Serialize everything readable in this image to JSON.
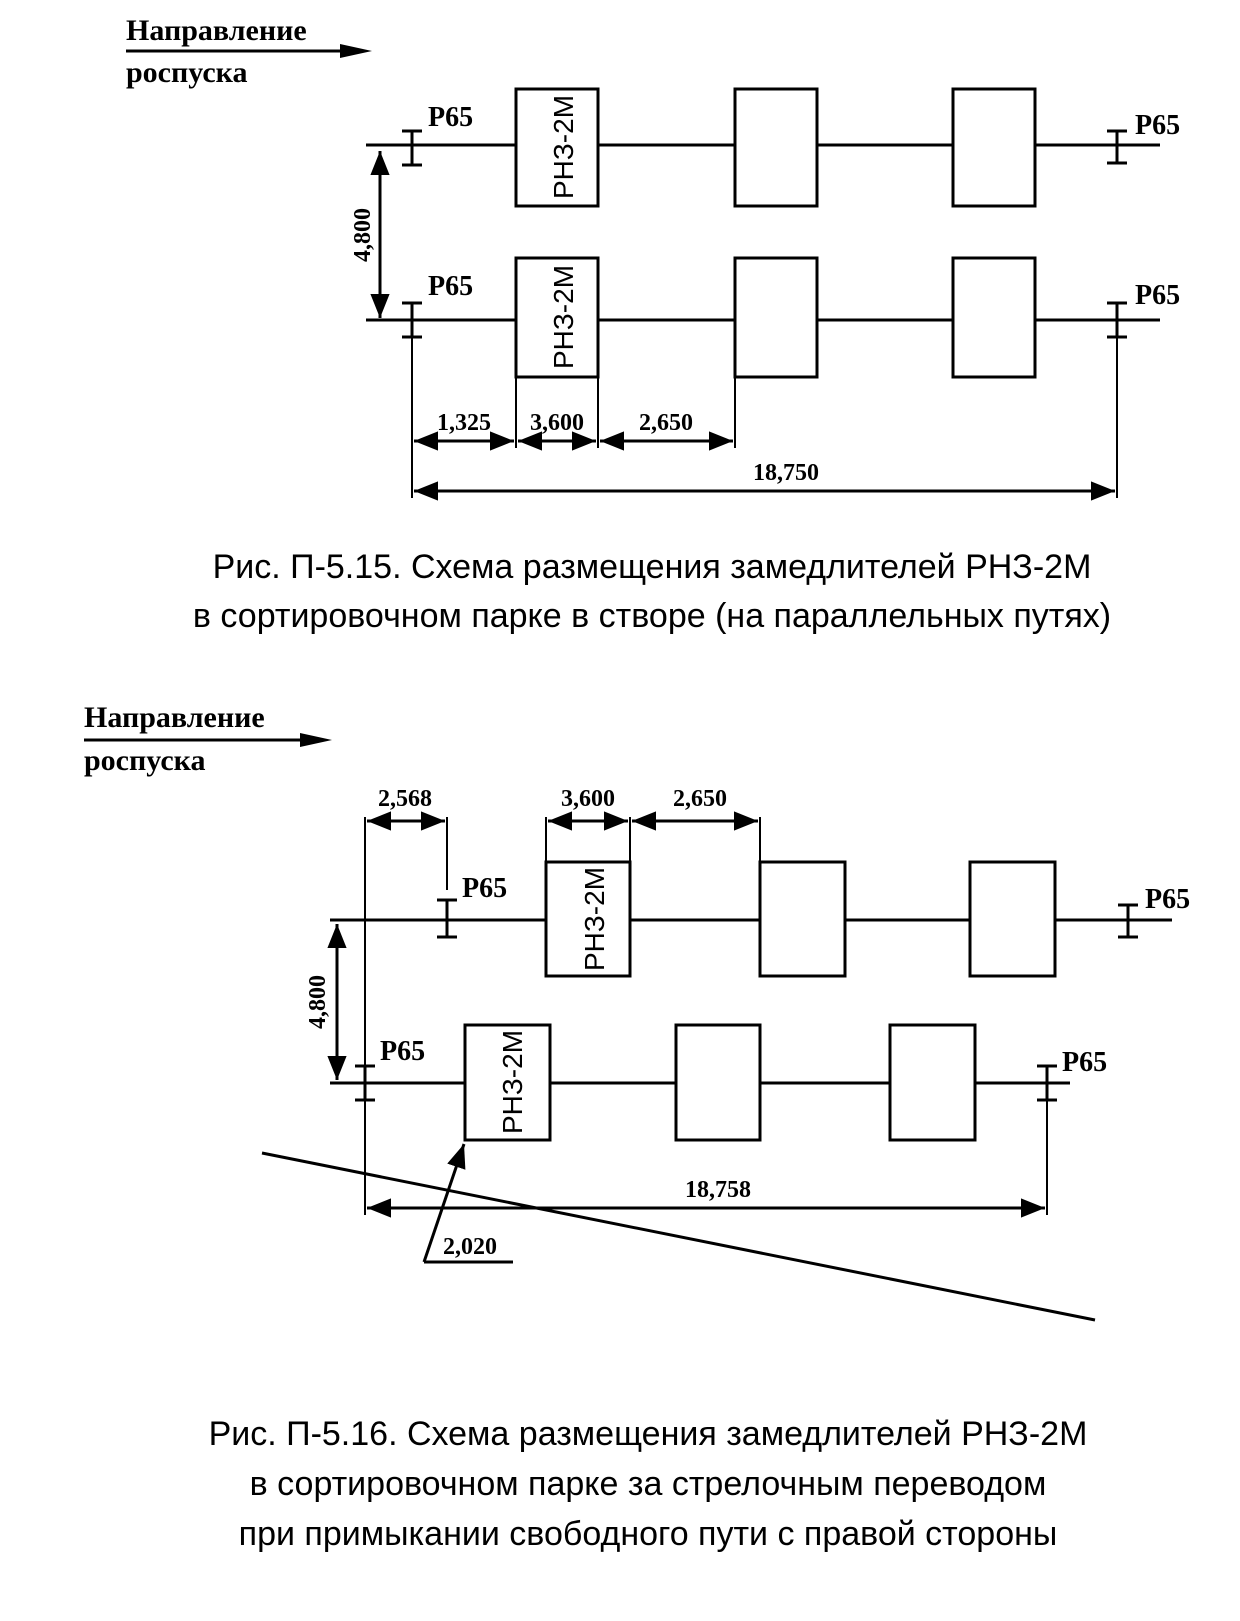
{
  "colors": {
    "ink": "#000000",
    "paper": "#ffffff"
  },
  "direction_label": {
    "line1": "Направление",
    "line2": "роспуска"
  },
  "rail_type": "Р65",
  "retarder_label": "РНЗ-2М",
  "figure1": {
    "dim_spacing": "4,800",
    "dim_a": "1,325",
    "dim_b": "3,600",
    "dim_c": "2,650",
    "dim_total": "18,750",
    "caption_line1": "Рис. П-5.15. Схема размещения замедлителей РНЗ-2М",
    "caption_line2": "в сортировочном парке в створе (на параллельных путях)"
  },
  "figure2": {
    "dim_offset": "2,568",
    "dim_b": "3,600",
    "dim_c": "2,650",
    "dim_spacing": "4,800",
    "dim_total": "18,758",
    "dim_switch": "2,020",
    "caption_line1": "Рис. П-5.16. Схема размещения замедлителей РНЗ-2М",
    "caption_line2": "в сортировочном парке за стрелочным переводом",
    "caption_line3": "при примыкании свободного пути с правой стороны"
  }
}
